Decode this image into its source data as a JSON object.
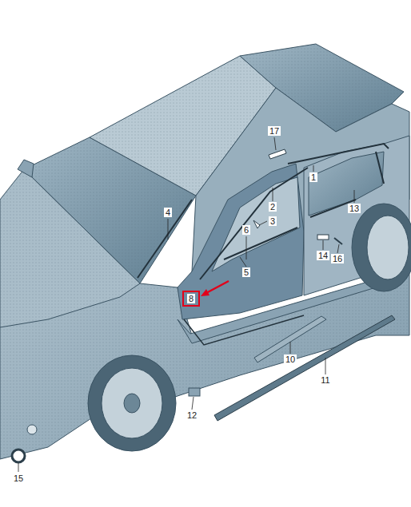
{
  "diagram": {
    "labels": [
      "17",
      "1",
      "2",
      "4",
      "13",
      "3",
      "6",
      "14",
      "16",
      "5",
      "8",
      "10",
      "11",
      "12",
      "15"
    ]
  }
}
